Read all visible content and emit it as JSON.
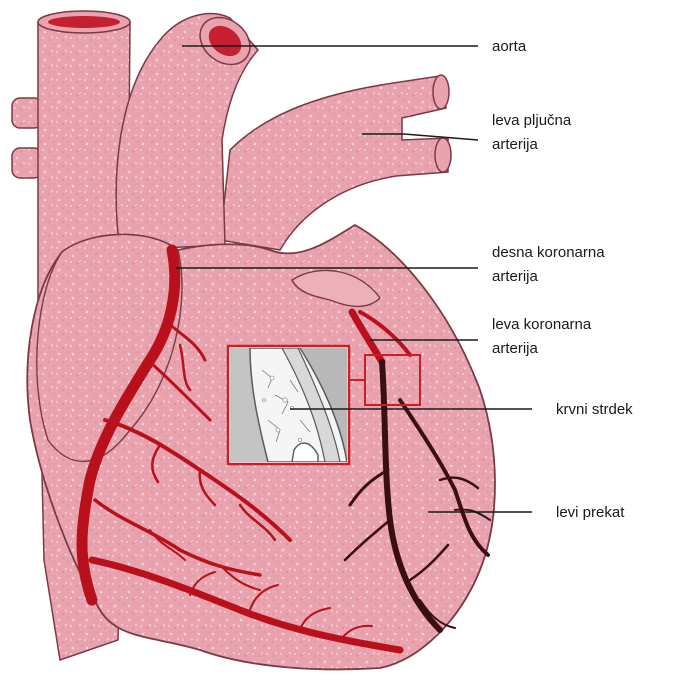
{
  "labels": {
    "aorta": "aorta",
    "left_pulmonary_line1": "leva pljučna",
    "left_pulmonary_line2": "arterija",
    "right_coronary_line1": "desna koronarna",
    "right_coronary_line2": "arterija",
    "left_coronary_line1": "leva koronarna",
    "left_coronary_line2": "arterija",
    "blood_clot": "krvni strdek",
    "left_ventricle": "levi prekat"
  },
  "colors": {
    "background": "#ffffff",
    "heart_tissue": "#e9a3ae",
    "heart_outline": "#7a3a45",
    "coronary_artery": "#b8111c",
    "dark_vessel": "#3a0f14",
    "aorta_lumen": "#c42032",
    "inset_frame": "#d01c26",
    "inset_grey": "#b8b8b8",
    "label_text": "#1a1a1a"
  }
}
